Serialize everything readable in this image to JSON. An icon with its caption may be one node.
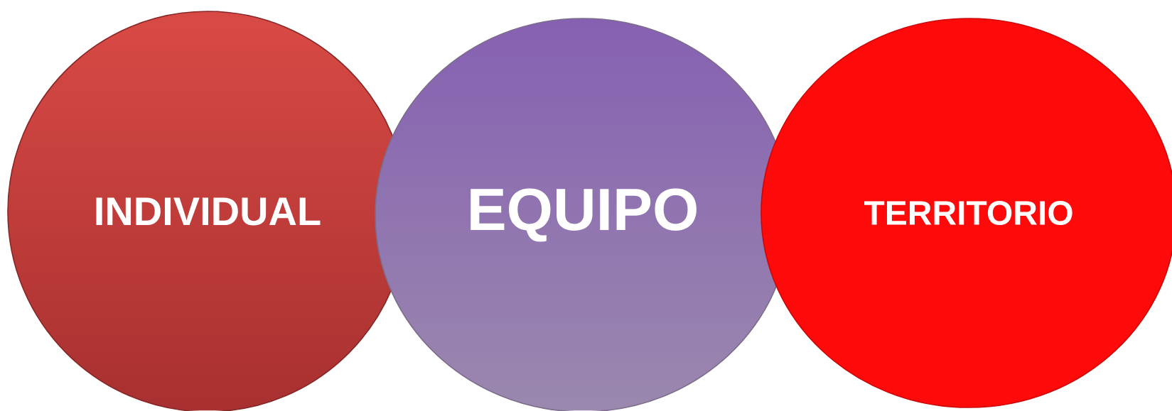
{
  "diagram": {
    "nodes": [
      {
        "text": [
          "INDIVIDUAL"
        ]
      },
      {
        "text": [
          "EQUIPO"
        ]
      },
      {
        "text": [
          "TERRITORIO"
        ]
      }
    ]
  }
}
